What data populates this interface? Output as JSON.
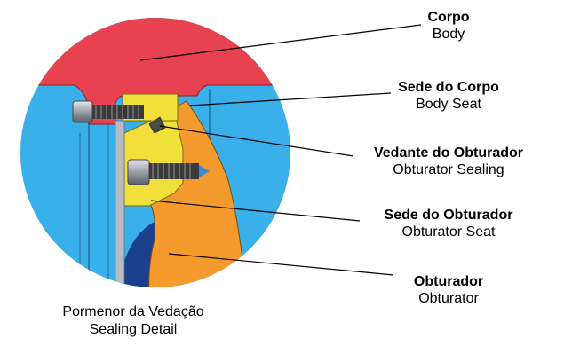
{
  "labels": {
    "corpo": {
      "pt": "Corpo",
      "en": "Body"
    },
    "sede_corpo": {
      "pt": "Sede do Corpo",
      "en": "Body Seat"
    },
    "vedante": {
      "pt": "Vedante do Obturador",
      "en": "Obturator Sealing"
    },
    "sede_obturador": {
      "pt": "Sede do Obturador",
      "en": "Obturator Seat"
    },
    "obturador": {
      "pt": "Obturador",
      "en": "Obturator"
    }
  },
  "caption": {
    "pt": "Pormenor da Vedação",
    "en": "Sealing Detail"
  },
  "colors": {
    "body": "#e8414f",
    "blue": "#3ab0ea",
    "seat_yellow": "#f2e03a",
    "obturator_orange": "#f59b2e",
    "dark_blue": "#1a3f8c",
    "bolt_grey": "#9aa0a8",
    "leader_line": "#000000"
  }
}
